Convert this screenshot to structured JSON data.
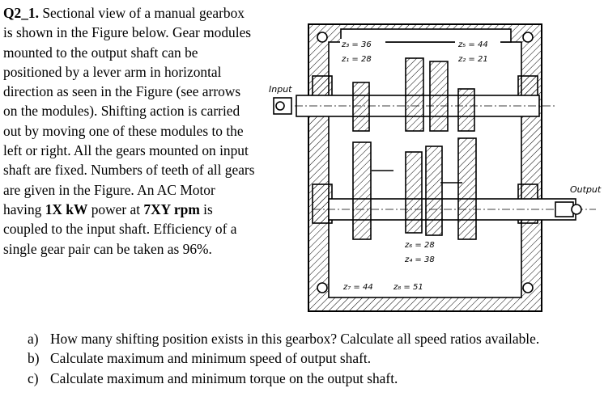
{
  "problem": {
    "id": "Q2_1.",
    "text_1": " Sectional view of a manual gearbox is shown in the Figure below. Gear modules mounted to the output shaft can be positioned by a lever arm in horizontal direction as seen in the Figure (see arrows on the modules). Shifting action is carried out by moving one of these modules to the left or right. All the gears mounted on input shaft are fixed. Numbers of teeth of all gears are given in the Figure. An AC Motor having ",
    "power": "1X kW",
    "text_2": " power at ",
    "speed": "7XY rpm",
    "text_3": " is coupled to the input shaft. Efficiency of a single gear pair can be taken as 96%."
  },
  "figure": {
    "input_label": "Input",
    "output_label": "Output",
    "gear_labels": [
      "z₃ = 36",
      "z₁ = 28",
      "z₅ = 44",
      "z₂ = 21",
      "z₆ = 28",
      "z₄ = 38",
      "z₇ = 44",
      "z₈ = 51"
    ]
  },
  "questions": [
    {
      "label": "a)",
      "text": "How many shifting position exists in this gearbox? Calculate all speed ratios available."
    },
    {
      "label": "b)",
      "text": "Calculate maximum and minimum speed of output shaft."
    },
    {
      "label": "c)",
      "text": "Calculate maximum and minimum torque on the output shaft."
    }
  ]
}
